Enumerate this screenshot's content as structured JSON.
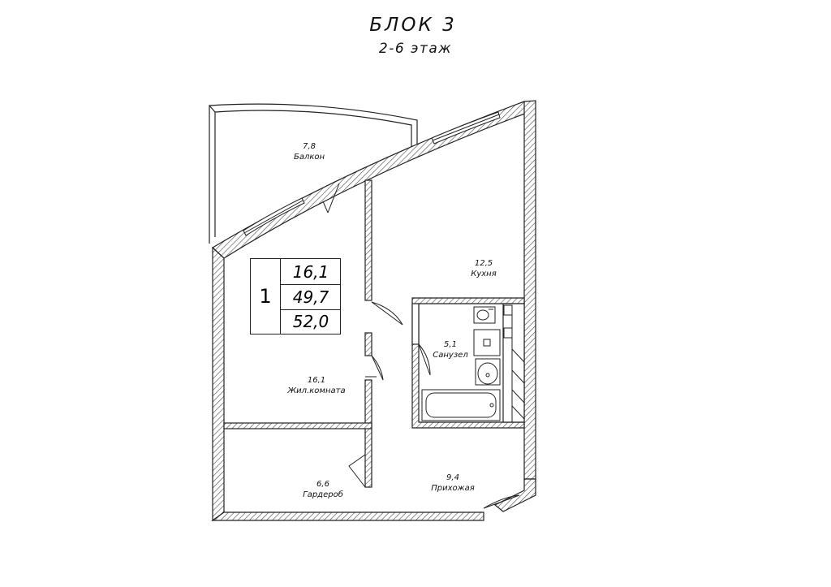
{
  "header": {
    "block": "БЛОК 3",
    "floors": "2-6 этаж"
  },
  "summary": {
    "number": "1",
    "living_area": "16,1",
    "total_area": "49,7",
    "area_with_balcony": "52,0"
  },
  "rooms": [
    {
      "id": "balcony",
      "area": "7,8",
      "name": "Балкон"
    },
    {
      "id": "kitchen",
      "area": "12,5",
      "name": "Кухня"
    },
    {
      "id": "bathroom",
      "area": "5,1",
      "name": "Санузел"
    },
    {
      "id": "living",
      "area": "16,1",
      "name": "Жил.комната"
    },
    {
      "id": "wardrobe",
      "area": "6,6",
      "name": "Гардероб"
    },
    {
      "id": "hall",
      "area": "9,4",
      "name": "Прихожая"
    }
  ],
  "colors": {
    "line": "#222222",
    "wall_hatch": "#555555",
    "background": "#ffffff"
  }
}
